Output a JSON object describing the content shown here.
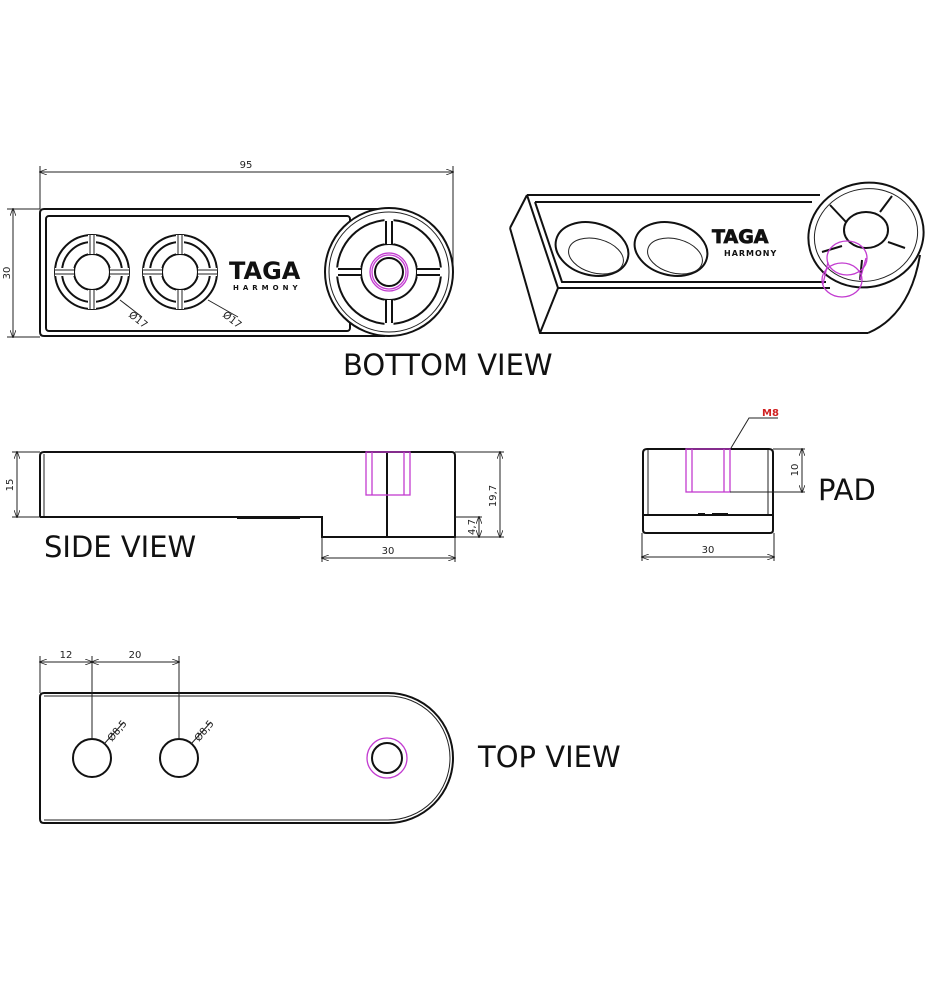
{
  "views": {
    "bottom": {
      "title": "BOTTOM VIEW",
      "dim_length": "95",
      "dim_height": "30",
      "hole_dia_1": "Ø17",
      "hole_dia_2": "Ø17"
    },
    "side": {
      "title": "SIDE VIEW",
      "dim_height": "15",
      "dim_total": "19,7",
      "dim_pad": "4,7",
      "dim_width": "30"
    },
    "pad": {
      "title": "PAD",
      "thread": "M8",
      "dim_depth": "10",
      "dim_width": "30"
    },
    "top": {
      "title": "TOP VIEW",
      "dim_offset": "12",
      "dim_spacing": "20",
      "hole_dia_1": "Ø8,5",
      "hole_dia_2": "Ø8,5"
    }
  },
  "logo": {
    "brand": "TAGA",
    "sub": "HARMONY"
  },
  "colors": {
    "line": "#111111",
    "thread": "#c23bd0",
    "callout": "#d02020"
  }
}
